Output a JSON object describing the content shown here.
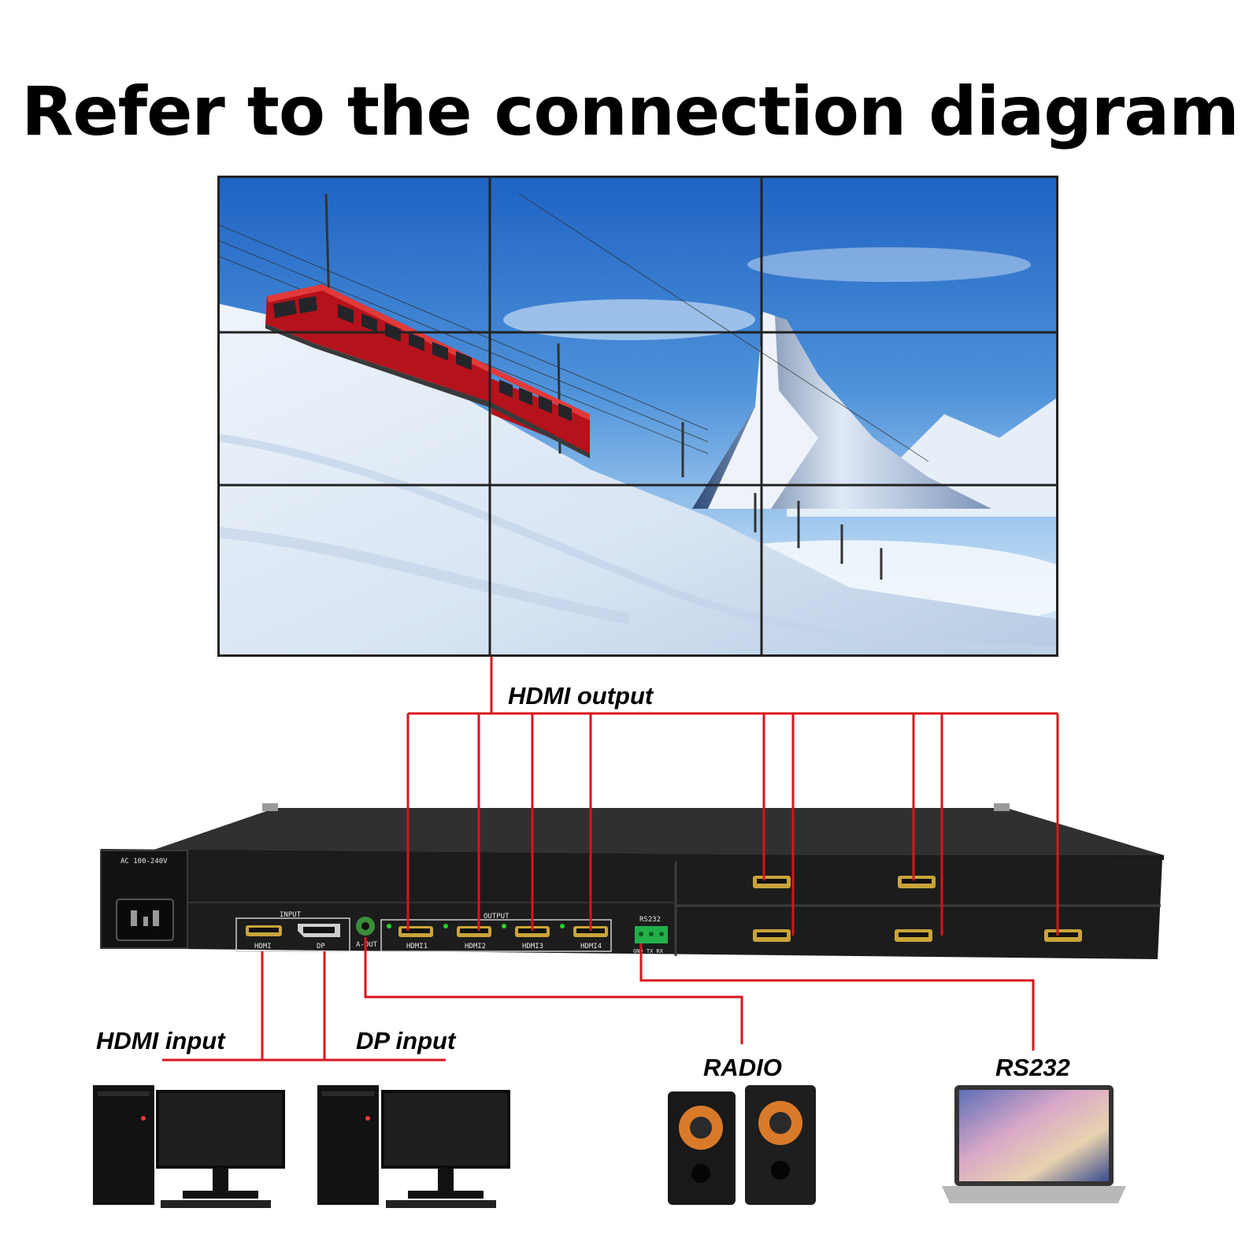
{
  "title": "Refer to the connection diagram",
  "labels": {
    "hdmi_output": "HDMI output",
    "hdmi_input": "HDMI input",
    "dp_input": "DP input",
    "radio": "RADIO",
    "rs232": "RS232"
  },
  "device": {
    "power_label": "AC 100-240V",
    "input_group": "INPUT",
    "input_ports": [
      "HDMI",
      "DP"
    ],
    "audio_out": "A-OUT",
    "output_group": "OUTPUT",
    "output_ports": [
      "HDMI1",
      "HDMI2",
      "HDMI3",
      "HDMI4"
    ],
    "rs232_header": "RS232",
    "rs232_pins": "GND  TX  RX"
  },
  "colors": {
    "wire": "#d8141c",
    "chassis": "#1f1f1f",
    "hdmi_port": "#c9a43a",
    "terminal": "#22b04a"
  },
  "video_wall": {
    "rows": 3,
    "cols": 3
  }
}
